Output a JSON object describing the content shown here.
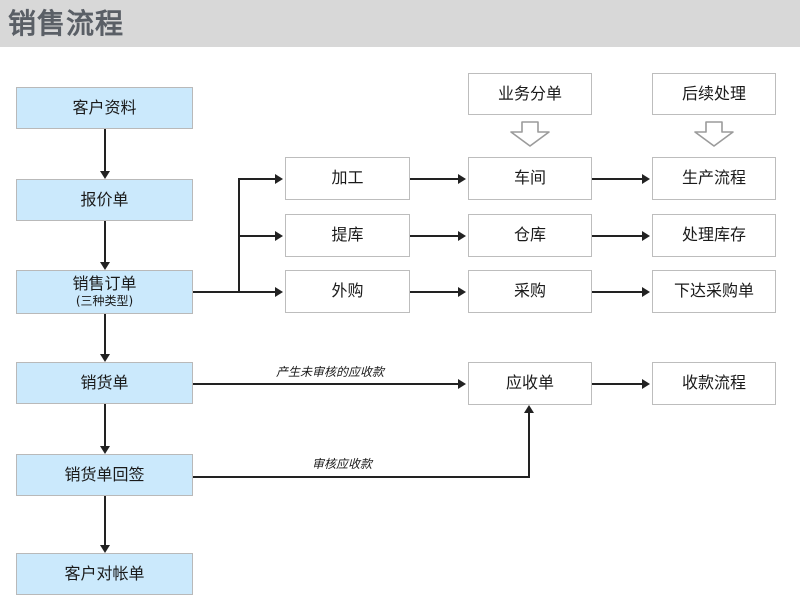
{
  "header": {
    "title": "销售流程",
    "bar_color": "#d8d8d8",
    "title_color": "#5a5f66"
  },
  "colors": {
    "node_blue_fill": "#cbe9fc",
    "node_white_fill": "#ffffff",
    "node_border": "#bdbdbd",
    "line": "#222222",
    "block_arrow_stroke": "#9b9b9b"
  },
  "chart_data": {
    "type": "diagram",
    "title": "销售流程",
    "nodes": [
      {
        "id": "khzl",
        "label": "客户资料",
        "style": "blue",
        "column": "main"
      },
      {
        "id": "bjd",
        "label": "报价单",
        "style": "blue",
        "column": "main"
      },
      {
        "id": "xsdd",
        "label": "销售订单",
        "sub": "(三种类型)",
        "style": "blue",
        "column": "main"
      },
      {
        "id": "xhd",
        "label": "销货单",
        "style": "blue",
        "column": "main"
      },
      {
        "id": "xhdhq",
        "label": "销货单回签",
        "style": "blue",
        "column": "main"
      },
      {
        "id": "khdzd",
        "label": "客户对帐单",
        "style": "blue",
        "column": "main"
      },
      {
        "id": "ywfd",
        "label": "业务分单",
        "style": "white",
        "column": "header2"
      },
      {
        "id": "hxcl",
        "label": "后续处理",
        "style": "white",
        "column": "header3"
      },
      {
        "id": "jg",
        "label": "加工",
        "style": "white",
        "column": "branch"
      },
      {
        "id": "tk",
        "label": "提库",
        "style": "white",
        "column": "branch"
      },
      {
        "id": "wg",
        "label": "外购",
        "style": "white",
        "column": "branch"
      },
      {
        "id": "cj",
        "label": "车间",
        "style": "white",
        "column": "dispatch"
      },
      {
        "id": "ck",
        "label": "仓库",
        "style": "white",
        "column": "dispatch"
      },
      {
        "id": "cg",
        "label": "采购",
        "style": "white",
        "column": "dispatch"
      },
      {
        "id": "sclc",
        "label": "生产流程",
        "style": "white",
        "column": "followup"
      },
      {
        "id": "clkc",
        "label": "处理库存",
        "style": "white",
        "column": "followup"
      },
      {
        "id": "xdcgd",
        "label": "下达采购单",
        "style": "white",
        "column": "followup"
      },
      {
        "id": "ysd",
        "label": "应收单",
        "style": "white",
        "column": "dispatch"
      },
      {
        "id": "sklc",
        "label": "收款流程",
        "style": "white",
        "column": "followup"
      }
    ],
    "edges": [
      {
        "from": "khzl",
        "to": "bjd",
        "label": ""
      },
      {
        "from": "bjd",
        "to": "xsdd",
        "label": ""
      },
      {
        "from": "xsdd",
        "to": "xhd",
        "label": ""
      },
      {
        "from": "xhd",
        "to": "xhdhq",
        "label": ""
      },
      {
        "from": "xhdhq",
        "to": "khdzd",
        "label": ""
      },
      {
        "from": "xsdd",
        "to": "jg",
        "label": ""
      },
      {
        "from": "xsdd",
        "to": "tk",
        "label": ""
      },
      {
        "from": "xsdd",
        "to": "wg",
        "label": ""
      },
      {
        "from": "jg",
        "to": "cj",
        "label": ""
      },
      {
        "from": "tk",
        "to": "ck",
        "label": ""
      },
      {
        "from": "wg",
        "to": "cg",
        "label": ""
      },
      {
        "from": "cj",
        "to": "sclc",
        "label": ""
      },
      {
        "from": "ck",
        "to": "clkc",
        "label": ""
      },
      {
        "from": "cg",
        "to": "xdcgd",
        "label": ""
      },
      {
        "from": "xhd",
        "to": "ysd",
        "label": "产生未审核的应收款"
      },
      {
        "from": "xhdhq",
        "to": "ysd",
        "label": "审核应收款"
      },
      {
        "from": "ysd",
        "to": "sklc",
        "label": ""
      }
    ],
    "edge_labels": [
      "产生未审核的应收款",
      "审核应收款"
    ],
    "group_headers": [
      {
        "label": "业务分单",
        "applies_to_column": "dispatch"
      },
      {
        "label": "后续处理",
        "applies_to_column": "followup"
      }
    ]
  },
  "nodes": {
    "khzl": {
      "label": "客户资料"
    },
    "bjd": {
      "label": "报价单"
    },
    "xsdd": {
      "label": "销售订单",
      "sub": "(三种类型)"
    },
    "xhd": {
      "label": "销货单"
    },
    "xhdhq": {
      "label": "销货单回签"
    },
    "khdzd": {
      "label": "客户对帐单"
    },
    "ywfd": {
      "label": "业务分单"
    },
    "hxcl": {
      "label": "后续处理"
    },
    "jg": {
      "label": "加工"
    },
    "tk": {
      "label": "提库"
    },
    "wg": {
      "label": "外购"
    },
    "cj": {
      "label": "车间"
    },
    "ck": {
      "label": "仓库"
    },
    "cg": {
      "label": "采购"
    },
    "sclc": {
      "label": "生产流程"
    },
    "clkc": {
      "label": "处理库存"
    },
    "xdcgd": {
      "label": "下达采购单"
    },
    "ysd": {
      "label": "应收单"
    },
    "sklc": {
      "label": "收款流程"
    }
  },
  "labels": {
    "unaudited_receivable": "产生未审核的应收款",
    "audited_receivable": "审核应收款"
  }
}
